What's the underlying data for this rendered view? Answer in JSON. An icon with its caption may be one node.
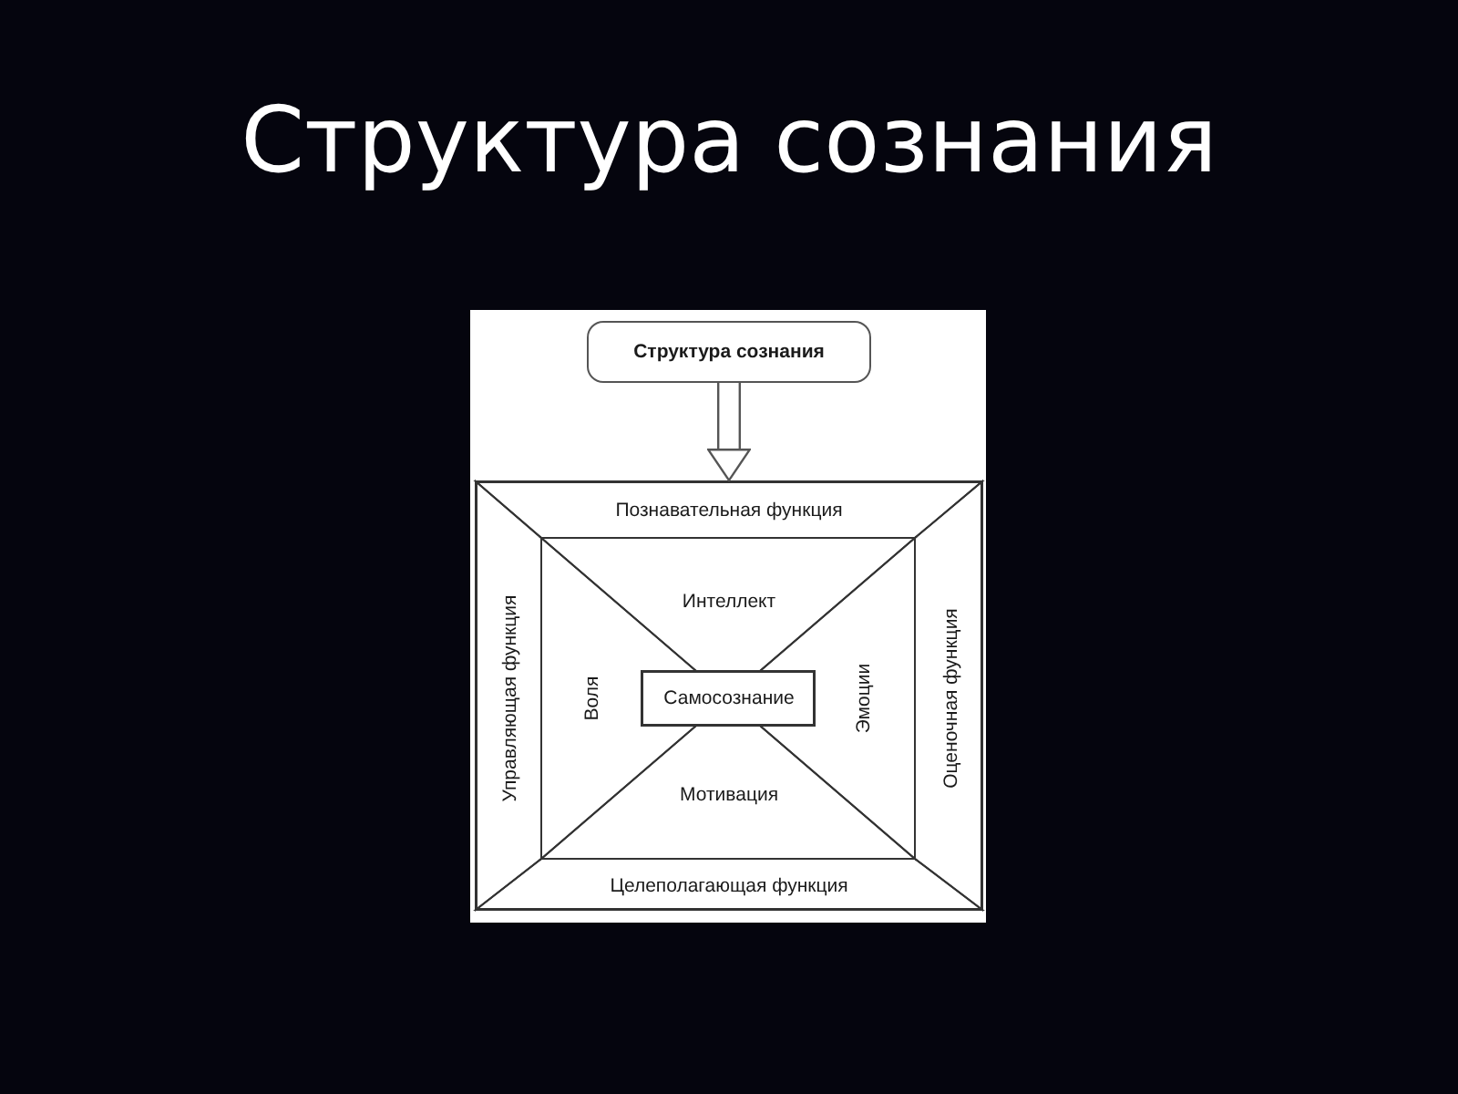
{
  "diagram": {
    "title": "Структура сознания",
    "nodes": [
      {
        "text": [
          "Структура сознания"
        ]
      },
      {
        "text": [],
        "shape": "box"
      },
      {
        "text": [
          "Познавательная функция"
        ],
        "in": 1
      },
      {
        "text": [
          "Интеллект"
        ],
        "in": 1
      },
      {
        "text": [
          "Управляющая функция"
        ],
        "in": 1
      },
      {
        "text": [
          "Воля"
        ],
        "in": 1
      },
      {
        "text": [
          "Самосознание"
        ],
        "in": 1
      },
      {
        "text": [
          "Эмоции"
        ],
        "in": 1
      },
      {
        "text": [
          "Оценочная функция"
        ],
        "in": 1
      },
      {
        "text": [
          "Мотивация"
        ],
        "in": 1
      },
      {
        "text": [
          "Целеполагающая функция"
        ],
        "in": 1
      }
    ],
    "edges": [
      {
        "from": 0,
        "to": 1,
        "arrow": "to"
      }
    ]
  }
}
